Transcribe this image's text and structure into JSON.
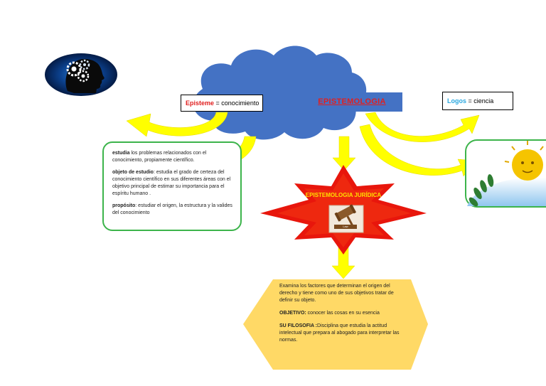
{
  "diagram": {
    "title": "EPISTEMOLOGIA",
    "episteme": {
      "term": "Episteme",
      "sep": " = ",
      "meaning": "conocimiento"
    },
    "logos": {
      "term": "Logos",
      "sep": " = ",
      "meaning": "ciencia"
    },
    "left_note": {
      "p1_label": "estudia",
      "p1_text": " los problemas relacionados con el conocimiento, propiamente científico.",
      "p2_label": "objeto de estudio",
      "p2_text": ": estudia el grado de certeza del conocimiento científico en sus diferentes áreas con el objetivo principal de estimar su importancia para el espíritu humano .",
      "p3_label": "propósito",
      "p3_text": ": estudiar el origen, la estructura y la valides del conocimiento"
    },
    "star_title": "EPISTEMOLOGIA JURÍDICA",
    "gavel_caption": "Law",
    "bottom_note": {
      "p1_text": "Examina los factores que determinan el origen del derecho y tiene como uno de sus objetivos tratar de definir su objeto.",
      "p2_label": "OBJETIVO:",
      "p2_text": " conocer las cosas en su esencia",
      "p3_label": "SU FILOSOFIA :",
      "p3_text": "Disciplina que estudia la actitud intelectual que prepara al abogado para interpretar las normas."
    },
    "icons": [
      "brain-gears-icon",
      "gavel-icon",
      "sun-laurel-emblem"
    ],
    "colors": {
      "cloud": "#4472c4",
      "arrow": "#ffff00",
      "star_outer": "#e8160c",
      "hexagon": "#ffd966",
      "box_border": "#3cb44b",
      "accent_red": "#e02020",
      "accent_blue": "#2aa8e0"
    }
  }
}
